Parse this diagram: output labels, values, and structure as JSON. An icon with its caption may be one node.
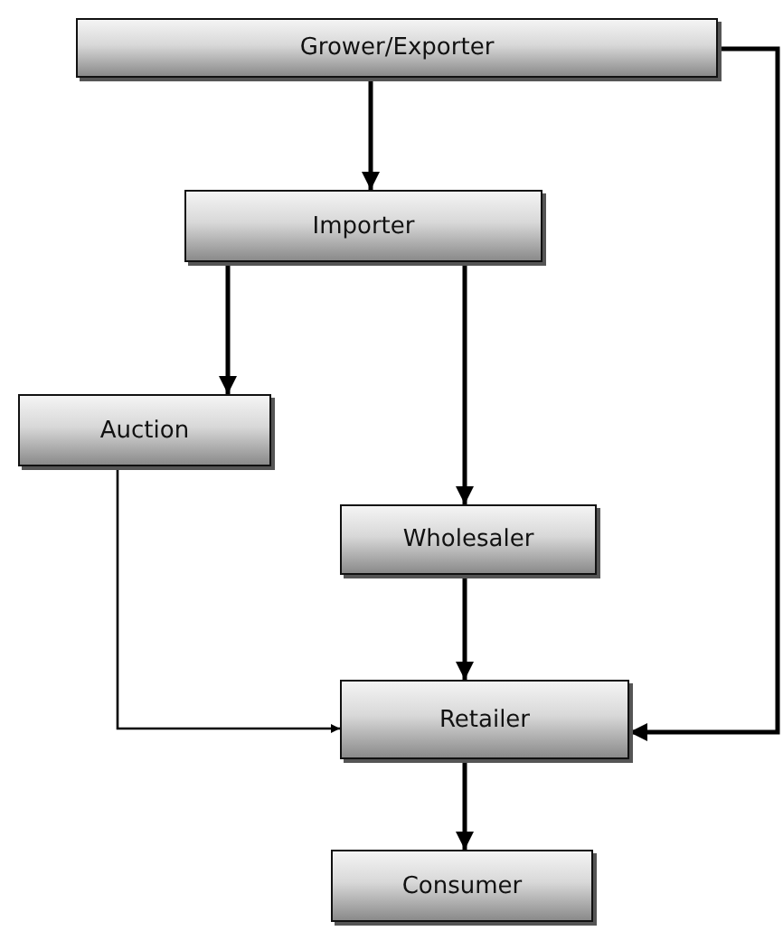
{
  "diagram": {
    "nodes": [
      {
        "text": [
          "Grower/Exporter"
        ]
      },
      {
        "text": [
          "Importer"
        ]
      },
      {
        "text": [
          "Auction"
        ]
      },
      {
        "text": [
          "Wholesaler"
        ]
      },
      {
        "text": [
          "Retailer"
        ]
      },
      {
        "text": [
          "Consumer"
        ]
      }
    ],
    "edges": [
      {
        "from": 0,
        "to": 1,
        "arrow": "to"
      },
      {
        "from": 1,
        "to": 2,
        "arrow": "to"
      },
      {
        "from": 1,
        "to": 3,
        "arrow": "to"
      },
      {
        "from": 3,
        "to": 4,
        "arrow": "to"
      },
      {
        "from": 2,
        "to": 4,
        "arrow": "to"
      },
      {
        "from": 0,
        "to": 4,
        "arrow": "to"
      },
      {
        "from": 4,
        "to": 5,
        "arrow": "to"
      }
    ]
  }
}
